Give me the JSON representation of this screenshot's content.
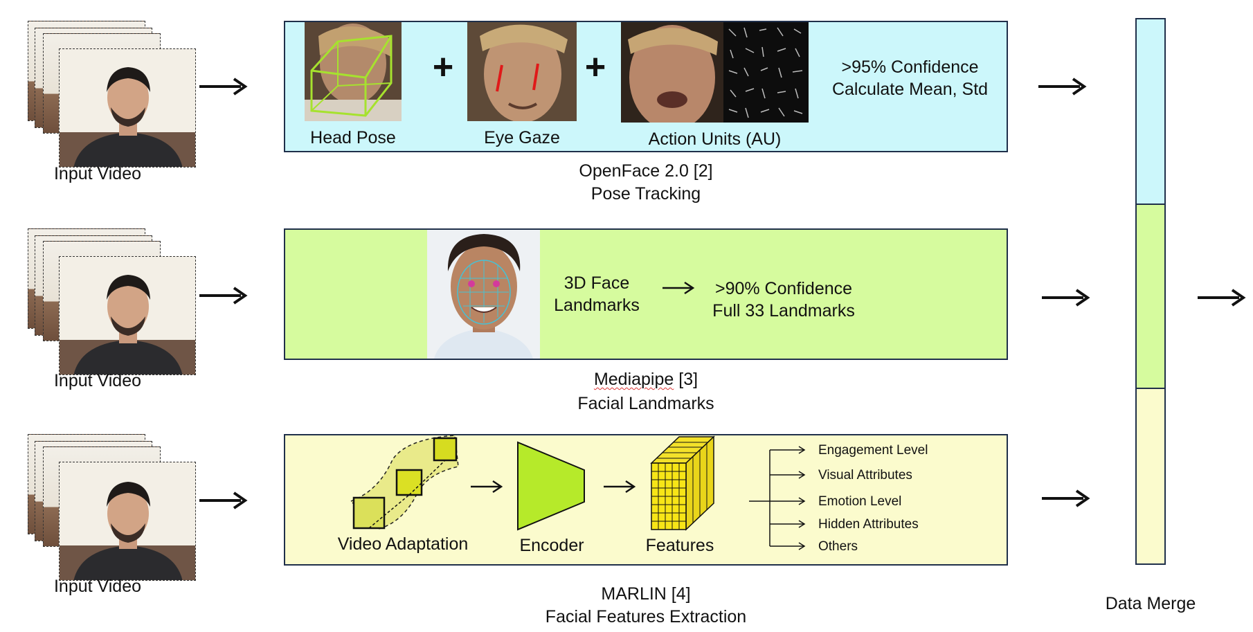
{
  "rows": [
    {
      "input_label": "Input Video",
      "caption_line1": "OpenFace 2.0 [2]",
      "caption_line2": "Pose Tracking",
      "panel_color": "#ccf7fb",
      "items": {
        "head_pose": "Head Pose",
        "eye_gaze": "Eye Gaze",
        "action_units": "Action Units (AU)",
        "plus": "+",
        "confidence_line1": ">95% Confidence",
        "confidence_line2": "Calculate Mean, Std"
      }
    },
    {
      "input_label": "Input Video",
      "caption_line1_word": "Mediapipe",
      "caption_line1_ref": " [3]",
      "caption_line2": "Facial Landmarks",
      "panel_color": "#d6fb9e",
      "items": {
        "landmarks_line1": "3D Face",
        "landmarks_line2": "Landmarks",
        "confidence_line1": ">90% Confidence",
        "confidence_line2": "Full 33 Landmarks"
      }
    },
    {
      "input_label": "Input Video",
      "caption_line1": "MARLIN [4]",
      "caption_line2": "Facial Features Extraction",
      "panel_color": "#fbfbcd",
      "items": {
        "video_adaptation": "Video Adaptation",
        "encoder": "Encoder",
        "features": "Features",
        "outputs": [
          "Engagement Level",
          "Visual Attributes",
          "Emotion Level",
          "Hidden Attributes",
          "Others"
        ]
      }
    }
  ],
  "merge": {
    "label": "Data Merge",
    "colors": [
      "#ccf7fb",
      "#d6fb9e",
      "#fbfbcd"
    ]
  },
  "colors": {
    "panel_border": "#1f2f4a",
    "gaze_line": "#e01919",
    "head_box": "#a6e22e",
    "encoder_fill": "#b6ea2a",
    "features_fill": "#f7e517"
  }
}
